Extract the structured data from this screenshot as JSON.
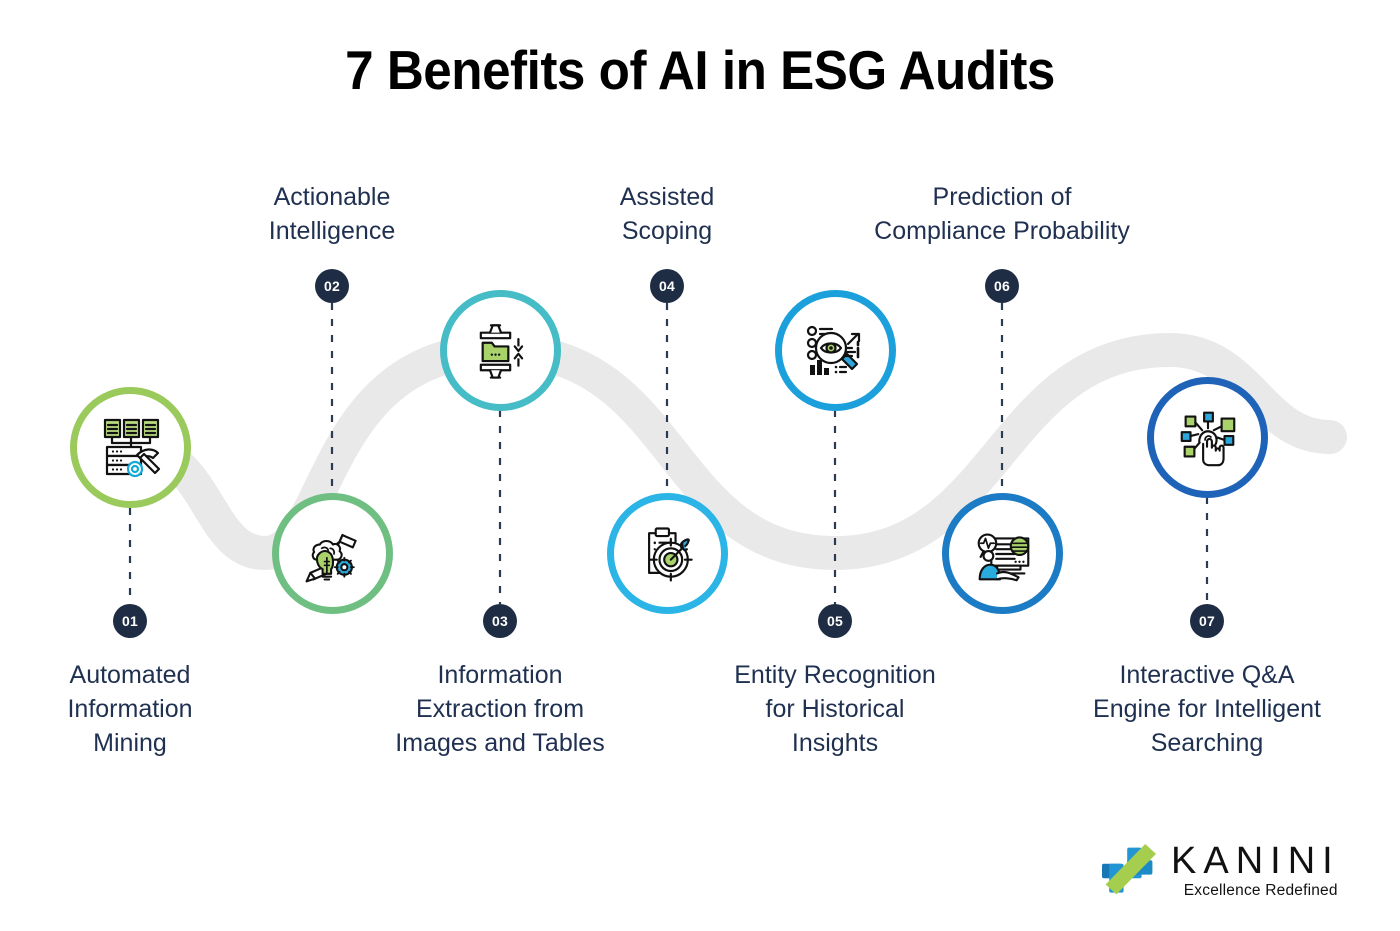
{
  "page": {
    "title": "7 Benefits of AI in ESG Audits",
    "background_color": "#ffffff",
    "title_color": "#000000",
    "label_color": "#1f3050",
    "badge_color": "#1e2d44",
    "ribbon_color": "#e9e9e9",
    "dash_color": "#2b3b55"
  },
  "nodes": [
    {
      "number": "01",
      "label": "Automated\nInformation\nMining",
      "ring_color": "#9ACA5C",
      "icon": "data-mining-icon",
      "position": "below"
    },
    {
      "number": "02",
      "label": "Actionable\nIntelligence",
      "ring_color": "#70BF82",
      "icon": "idea-gear-icon",
      "position": "above"
    },
    {
      "number": "03",
      "label": "Information\nExtraction from\nImages and Tables",
      "ring_color": "#45BCC6",
      "icon": "folder-extract-icon",
      "position": "below"
    },
    {
      "number": "04",
      "label": "Assisted\nScoping",
      "ring_color": "#2BB4E6",
      "icon": "clipboard-target-icon",
      "position": "above"
    },
    {
      "number": "05",
      "label": "Entity Recognition\nfor Historical\nInsights",
      "ring_color": "#1CA0DC",
      "icon": "eye-analytics-icon",
      "position": "below"
    },
    {
      "number": "06",
      "label": "Prediction of\nCompliance Probability",
      "ring_color": "#1B7BC4",
      "icon": "analyst-monitor-icon",
      "position": "above"
    },
    {
      "number": "07",
      "label": "Interactive Q&A\nEngine for Intelligent\nSearching",
      "ring_color": "#1F63B8",
      "icon": "touch-network-icon",
      "position": "below"
    }
  ],
  "logo": {
    "word": "KANINI",
    "tagline": "Excellence Redefined",
    "green": "#A5CE4E",
    "blue": "#2196D3",
    "dark_blue": "#1877B5"
  }
}
